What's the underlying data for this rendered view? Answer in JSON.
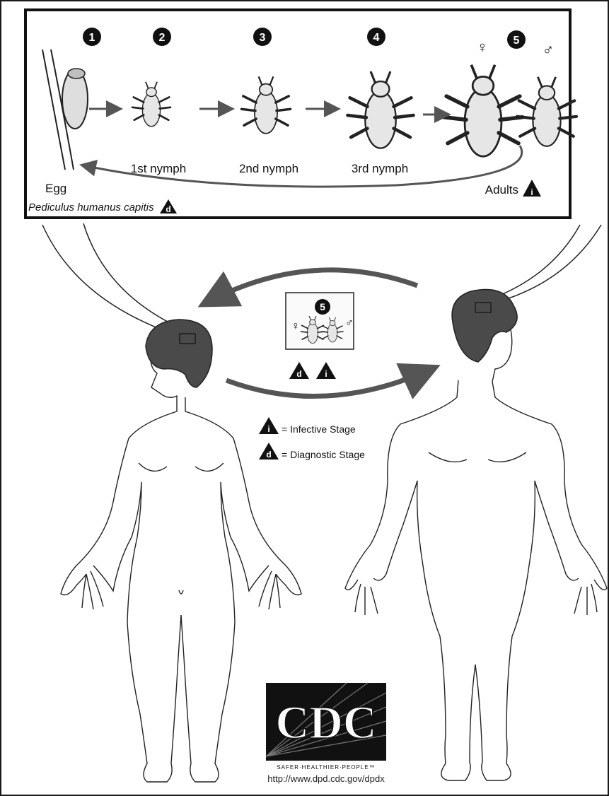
{
  "lifecycle": {
    "stages": [
      {
        "number": "1",
        "label": "Egg"
      },
      {
        "number": "2",
        "label": "1st nymph"
      },
      {
        "number": "3",
        "label": "2nd nymph"
      },
      {
        "number": "4",
        "label": "3rd nymph"
      },
      {
        "number": "5",
        "label": "Adults"
      }
    ],
    "species": "Pediculus humanus capitis",
    "female_symbol": "♀",
    "male_symbol": "♂",
    "infective_marker": "i",
    "diagnostic_marker": "d"
  },
  "transmission": {
    "stage_number": "5",
    "female_symbol": "♀",
    "male_symbol": "♂",
    "diagnostic_marker": "d",
    "infective_marker": "i"
  },
  "legend": {
    "infective_marker": "i",
    "infective_label": "= Infective Stage",
    "diagnostic_marker": "d",
    "diagnostic_label": "= Diagnostic Stage"
  },
  "logo": {
    "text": "CDC",
    "tagline": "SAFER·HEALTHIER·PEOPLE™",
    "url": "http://www.dpd.cdc.gov/dpdx"
  },
  "colors": {
    "ink": "#111111",
    "hair": "#4a4a4a",
    "arrow": "#5a5a5a",
    "louse_fill": "#e4e4e4"
  }
}
